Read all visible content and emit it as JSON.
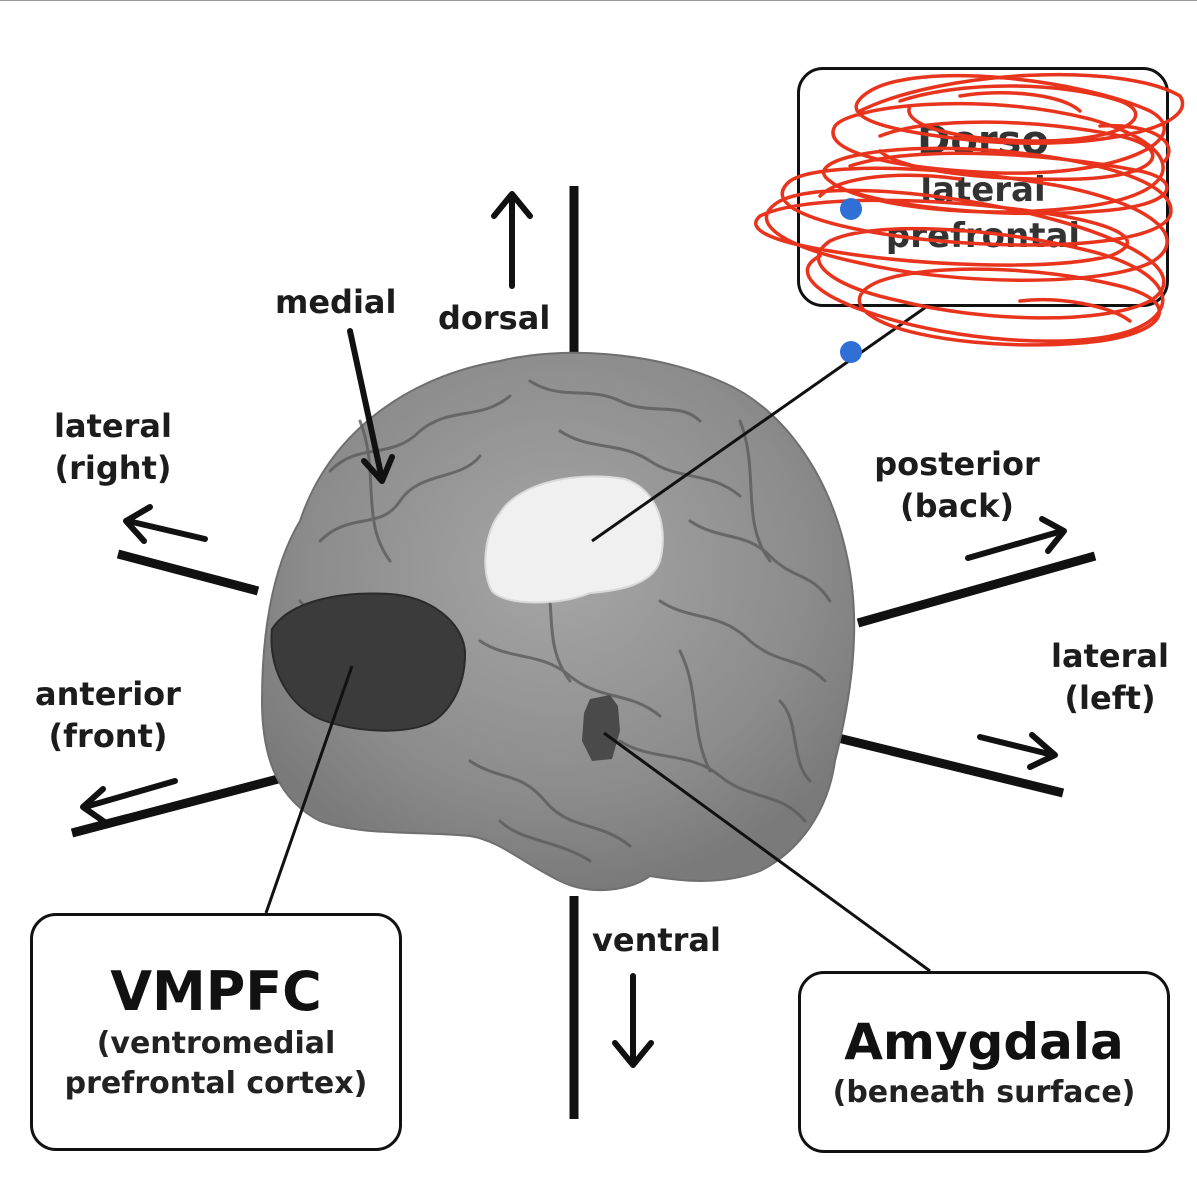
{
  "directions": {
    "dorsal": "dorsal",
    "medial": "medial",
    "lateral_right": [
      "lateral",
      "(right)"
    ],
    "anterior": [
      "anterior",
      "(front)"
    ],
    "posterior": [
      "posterior",
      "(back)"
    ],
    "lateral_left": [
      "lateral",
      "(left)"
    ],
    "ventral": "ventral"
  },
  "callouts": {
    "vmpfc": {
      "title": "VMPFC",
      "subtitle": [
        "(ventromedial",
        "prefrontal cortex)"
      ]
    },
    "amygdala": {
      "title": "Amygdala",
      "subtitle": "(beneath surface)"
    },
    "obscured": {
      "lines": [
        "Dorso",
        "lateral",
        "prefrontal"
      ]
    }
  },
  "colors": {
    "scribble": "#e8341c",
    "handle": "#2f6fd6",
    "brain": "#8e8e8e",
    "vmpfc_region": "#3b3b3b",
    "dlpfc_region": "#f0f0f0",
    "amygdala_region": "#4a4a4a"
  }
}
